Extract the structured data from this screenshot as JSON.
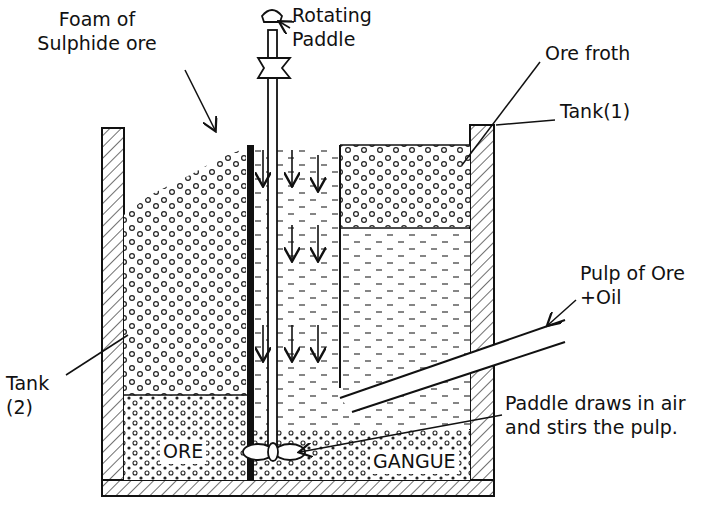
{
  "diagram": {
    "labels": [
      "Foam of Sulphide ore",
      "Rotating Paddle",
      "Ore froth",
      "Tank(1)",
      "Pulp of Ore +Oil",
      "Tank (2)",
      "Paddle draws in air and stirs the pulp.",
      "ORE",
      "GANGUE"
    ]
  }
}
